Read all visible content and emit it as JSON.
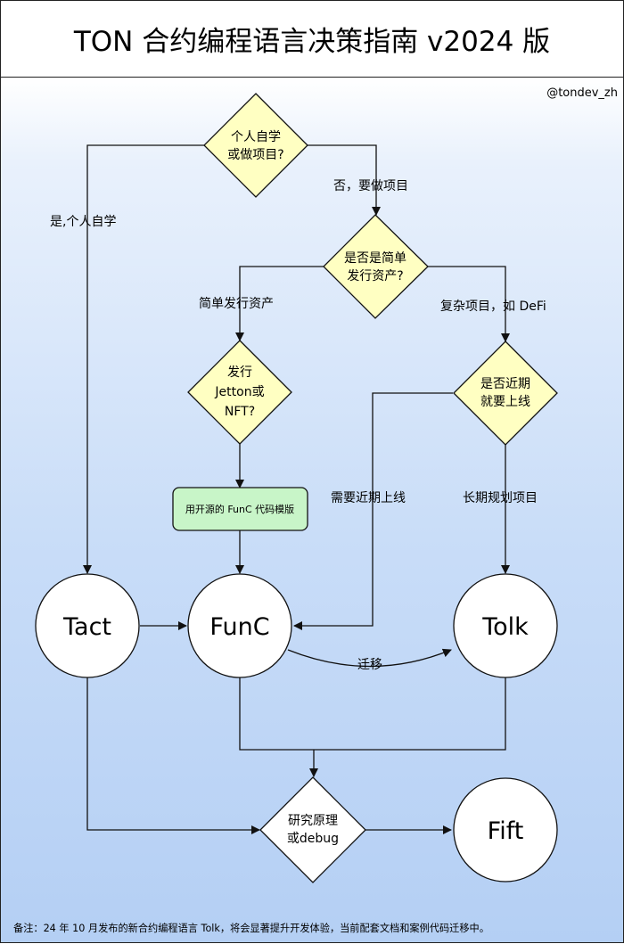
{
  "title": "TON 合约编程语言决策指南  v2024 版",
  "handle": "@tondev_zh",
  "decisions": {
    "self_learn": [
      "个人自学",
      "或做项目?"
    ],
    "simple_asset": [
      "是否是简单",
      "发行资产?"
    ],
    "jetton_nft": [
      "发行",
      "Jetton或",
      "NFT?"
    ],
    "launch_soon": [
      "是否近期",
      "就要上线"
    ],
    "research": [
      "研究原理",
      "或debug"
    ]
  },
  "template_box": "用开源的 FunC 代码模版",
  "languages": {
    "tact": "Tact",
    "func": "FunC",
    "tolk": "Tolk",
    "fift": "Fift"
  },
  "edge_labels": {
    "yes_self": "是,个人自学",
    "no_project": "否，要做项目",
    "simple_asset": "简单发行资产",
    "complex_defi": "复杂项目，如 DeFi",
    "need_soon": "需要近期上线",
    "long_term": "长期规划项目",
    "migrate": "迁移"
  },
  "footnote": "备注：24 年 10 月发布的新合约编程语言 Tolk，将会显著提升开发体验，当前配套文档和案例代码迁移中。",
  "colors": {
    "decision_fill": "#ffffc2",
    "template_fill": "#c8f5c8",
    "circle_fill": "#ffffff",
    "line": "#111111"
  }
}
